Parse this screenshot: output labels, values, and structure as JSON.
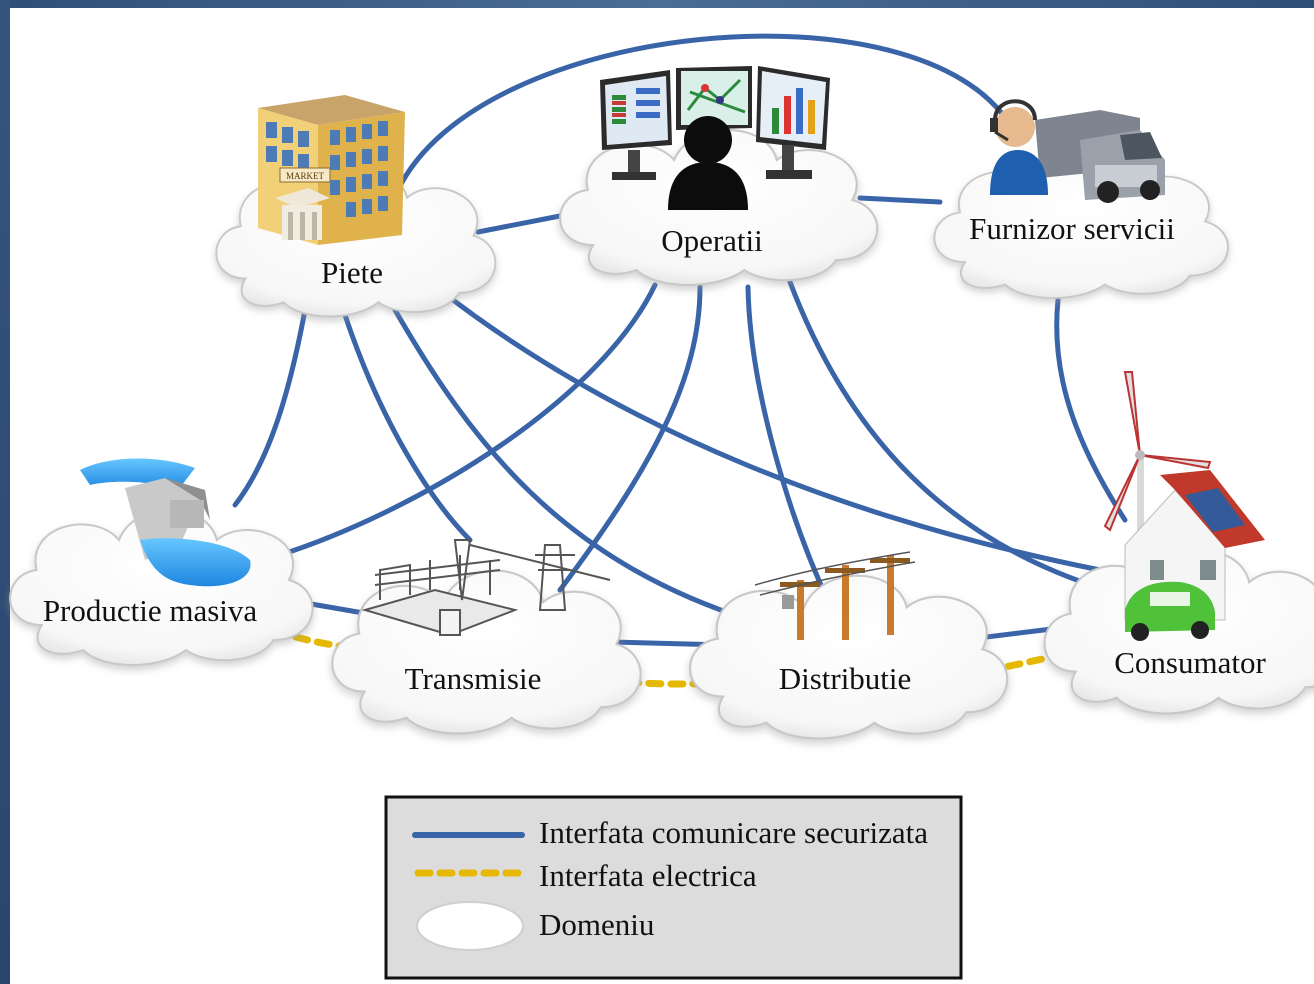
{
  "domains": [
    {
      "id": "piete",
      "label": "Piete",
      "icon": "market-building-icon"
    },
    {
      "id": "operatii",
      "label": "Operatii",
      "icon": "operator-workstation-icon"
    },
    {
      "id": "furnizor",
      "label": "Furnizor servicii",
      "icon": "service-provider-icon"
    },
    {
      "id": "productie",
      "label": "Productie masiva",
      "icon": "hydro-dam-icon"
    },
    {
      "id": "transmisie",
      "label": "Transmisie",
      "icon": "substation-icon"
    },
    {
      "id": "distributie",
      "label": "Distributie",
      "icon": "utility-pole-icon"
    },
    {
      "id": "consumator",
      "label": "Consumator",
      "icon": "house-wind-car-icon"
    }
  ],
  "market_sign": "MARKET",
  "legend": {
    "communication": "Interfata comunicare securizata",
    "electrical": "Interfata electrica",
    "domain": "Domeniu"
  },
  "colors": {
    "communication_line": "#3a64a8",
    "electrical_line": "#e6b800",
    "cloud_fill": "#ffffff",
    "cloud_stroke": "#c9c9c9",
    "legend_bg": "#dcdcdc",
    "frame": "#2f4f78"
  }
}
